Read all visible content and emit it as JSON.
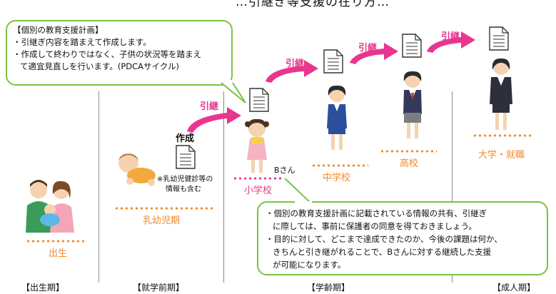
{
  "header": {
    "title_partial": "…引継ぎ等支援の在り方…"
  },
  "top_bubble": {
    "title": "【個別の教育支援計画】",
    "line1": "・引継ぎ内容を踏まえて作成します。",
    "line2": "・作成して終わりではなく、子供の状況等を踏まえ",
    "line3": "て適宜見直しを行います。(PDCAサイクル)"
  },
  "bottom_bubble": {
    "line1": "・個別の教育支援計画に記載されている情報の共有、引継ぎ",
    "line2": "に際しては、事前に保護者の同意を得ておきましょう。",
    "line3": "・目的に対して、どこまで達成できたのか、今後の課題は何か、",
    "line4": "きちんと引き継がれることで、Bさんに対する継続した支援",
    "line5": "が可能になります。"
  },
  "stages": {
    "birth": "出生",
    "infant": "乳幼児期",
    "elementary": "小学校",
    "junior_high": "中学校",
    "high_school": "高校",
    "university": "大学・就職"
  },
  "periods": {
    "birth_period": "【出生期】",
    "preschool_period": "【就学前期】",
    "school_period": "【学齢期】",
    "adult_period": "【成人期】"
  },
  "labels": {
    "sakusei": "作成",
    "note1": "※乳幼児健診等の",
    "note2": "情報も含む",
    "b_san": "Bさん",
    "handoff": "引継"
  },
  "colors": {
    "orange": "#f08a2c",
    "pink": "#e8368f",
    "green": "#7cc243"
  }
}
